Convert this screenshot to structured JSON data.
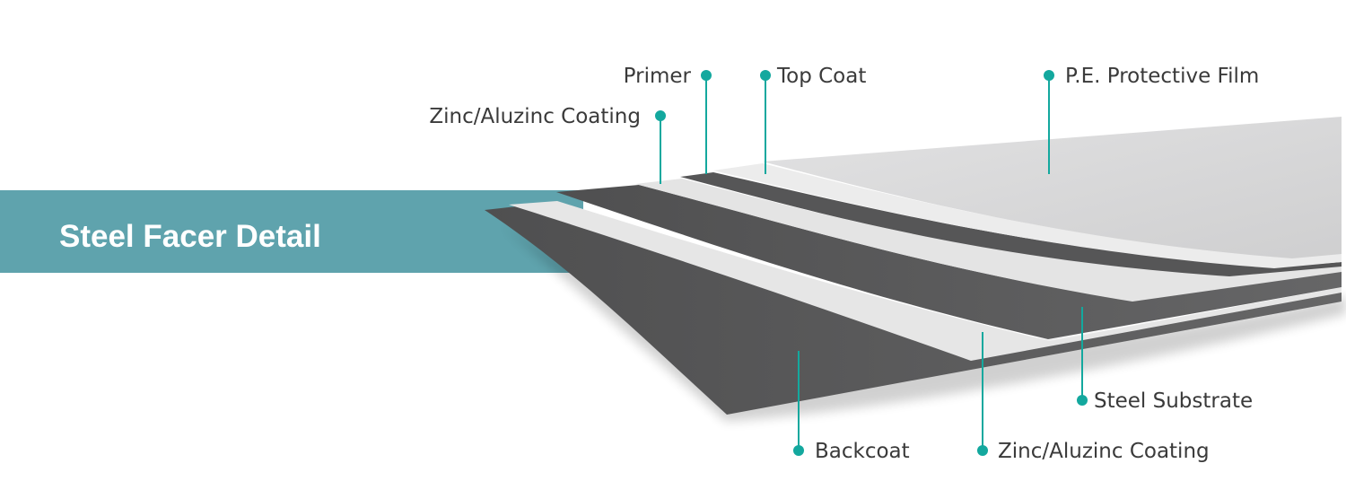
{
  "title": "Steel Facer Detail",
  "colors": {
    "banner": "#5fa3ad",
    "accent": "#13a89e",
    "dark_layer": "#5f5f60",
    "light_layer": "#e6e6e6",
    "film": "#d9d9da",
    "label_text": "#3a3a3a"
  },
  "layers": [
    {
      "name": "backcoat",
      "label": "Backcoat"
    },
    {
      "name": "zinc-bottom",
      "label": "Zinc/Aluzinc Coating"
    },
    {
      "name": "steel-substrate",
      "label": "Steel Substrate"
    },
    {
      "name": "zinc-top",
      "label": "Zinc/Aluzinc Coating"
    },
    {
      "name": "primer",
      "label": "Primer"
    },
    {
      "name": "top-coat",
      "label": "Top Coat"
    },
    {
      "name": "pe-film",
      "label": "P.E. Protective Film"
    }
  ]
}
